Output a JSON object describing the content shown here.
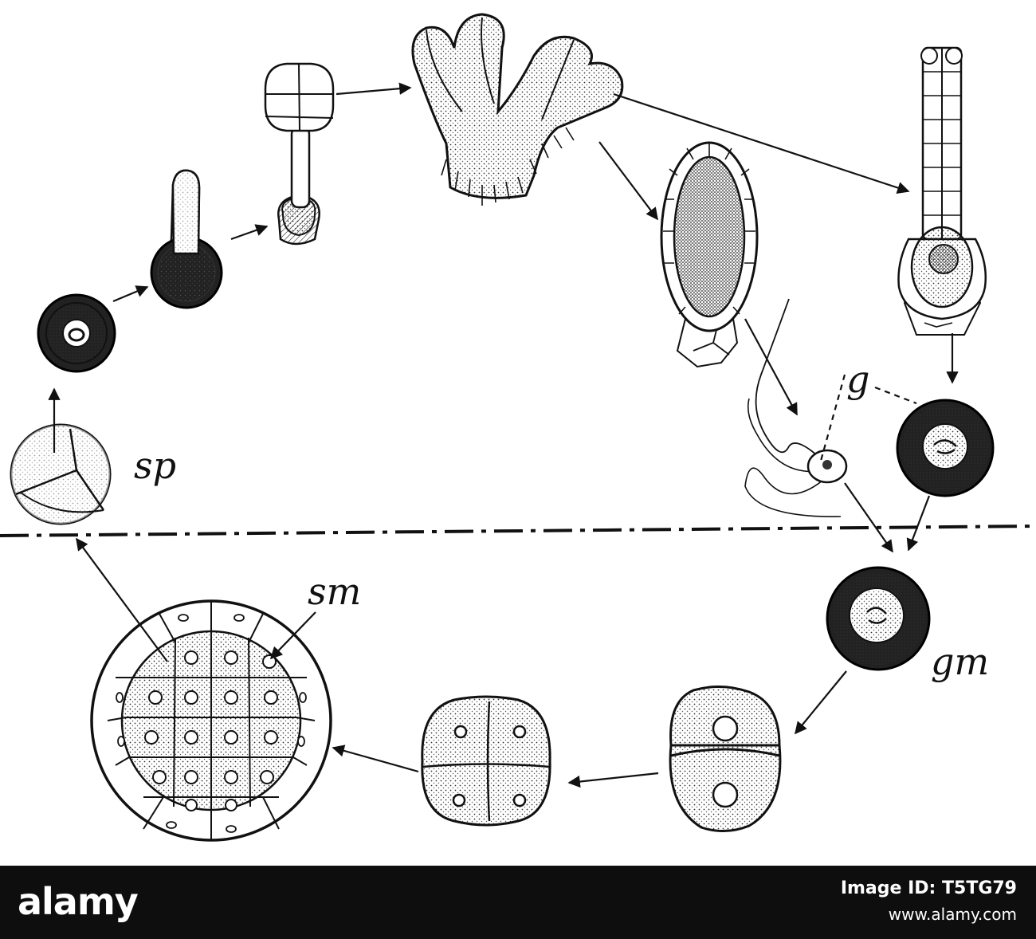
{
  "labels": {
    "sp": "sp",
    "g": "g",
    "sm": "sm",
    "gm": "gm"
  },
  "footer": {
    "brand": "alamy",
    "image_id": "Image ID: T5TG79",
    "site": "www.alamy.com"
  },
  "colors": {
    "ink": "#111111",
    "footer_bg": "#0e0e0e",
    "footer_text": "#ffffff"
  }
}
